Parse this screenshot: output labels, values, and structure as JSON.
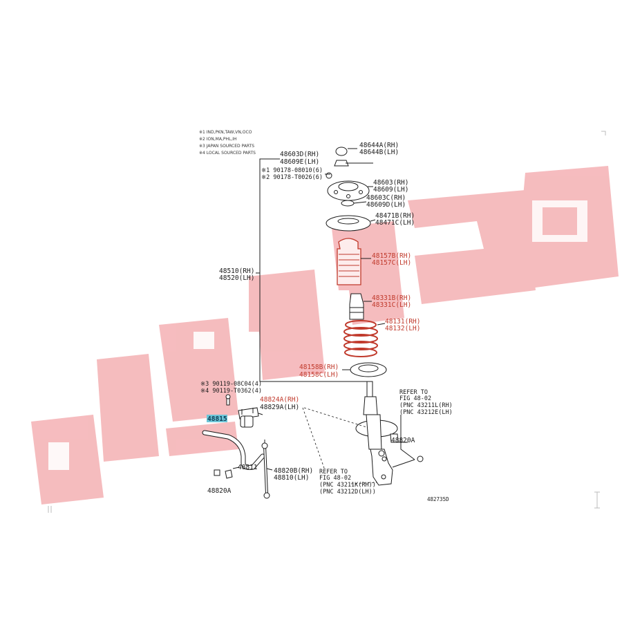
{
  "notes": [
    "※1 IND,PKN,TAW,VN,OCO",
    "※2 ION,MA,PHL,IH",
    "※3 JAPAN SOURCED PARTS",
    "※4 LOCAL SOURCED PARTS"
  ],
  "labels": {
    "p48644A": "48644A(RH)",
    "p48644B": "48644B(LH)",
    "p48603D": "48603D(RH)",
    "p48609E": "48609E(LH)",
    "p90178a": "※1 90178-08010(6)",
    "p90178b": "※2 90178-T0026(6)",
    "p48603": "48603(RH)",
    "p48609": "48609(LH)",
    "p48603C": "48603C(RH)",
    "p48609D": "48609D(LH)",
    "p48471B": "48471B(RH)",
    "p48471C": "48471C(LH)",
    "p48510": "48510(RH)",
    "p48520": "48520(LH)",
    "p48157B": "48157B(RH)",
    "p48157C": "48157C(LH)",
    "p48331B": "48331B(RH)",
    "p48331C": "48331C(LH)",
    "p48131": "48131(RH)",
    "p48132": "48132(LH)",
    "p48158B": "48158B(RH)",
    "p48158C": "48158C(LH)",
    "p90119a": "※3 90119-08C04(4)",
    "p90119b": "※4 90119-T0362(4)",
    "p48824A": "48824A(RH)",
    "p48829A": "48829A(LH)",
    "p48815": "48815",
    "p48811": "48811",
    "p48820A_left": "48820A",
    "p48820A_right": "48820A",
    "p48820B": "48820B(RH)",
    "p48810": "48810(LH)",
    "ref_right_1": "REFER TO",
    "ref_right_2": "FIG 48-02",
    "ref_right_3": "(PNC 43211L(RH)",
    "ref_right_4": "(PNC 43212E(LH)",
    "ref_bottom_1": "REFER TO",
    "ref_bottom_2": "FIG 48-02",
    "ref_bottom_3": "(PNC 43211K(RH))",
    "ref_bottom_4": "(PNC 43212D(LH))",
    "diagram_id": "482735D"
  },
  "colors": {
    "watermark": "#f5b5b8",
    "highlight": "#6ec6d8",
    "red_text": "#c0392b"
  }
}
